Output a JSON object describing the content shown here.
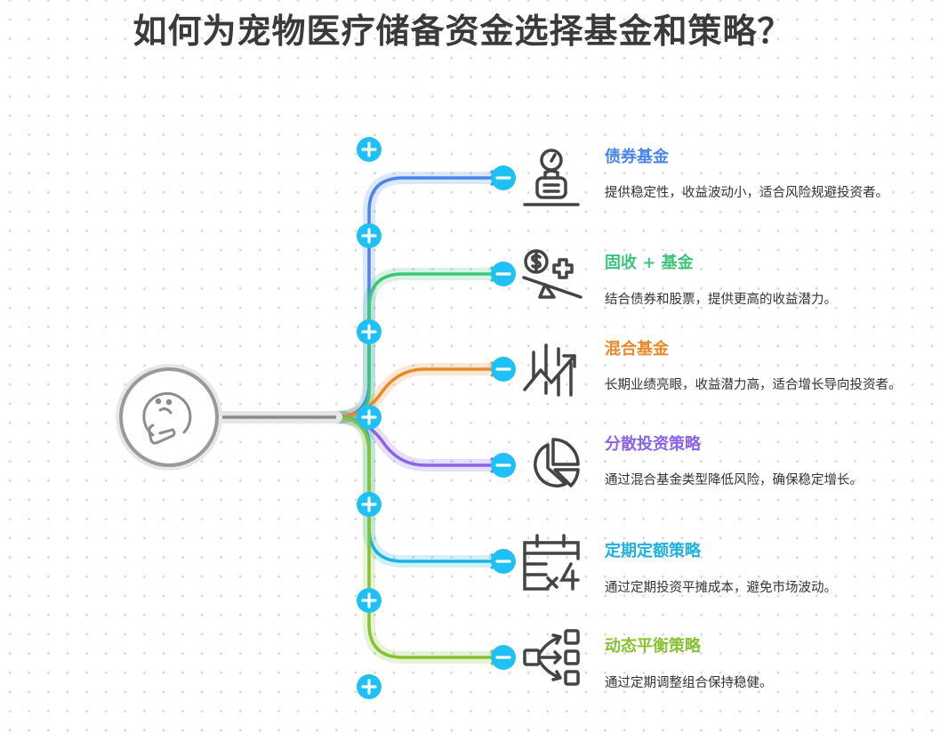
{
  "title": "如何为宠物医疗储备资金选择基金和策略？",
  "center": {
    "icon": "thinking-face-icon"
  },
  "items": [
    {
      "title": "债券基金",
      "desc": "提供稳定性，收益波动小，适合风险规避投资者。",
      "color": "#4a86e8",
      "icon": "scale-weight-icon"
    },
    {
      "title": "固收 + 基金",
      "desc": "结合债券和股票，提供更高的收益潜力。",
      "color": "#3cc47a",
      "icon": "balance-money-health-icon"
    },
    {
      "title": "混合基金",
      "desc": "长期业绩亮眼，收益潜力高，适合增长导向投资者。",
      "color": "#e8892a",
      "icon": "growth-chart-icon"
    },
    {
      "title": "分散投资策略",
      "desc": "通过混合基金类型降低风险，确保稳定增长。",
      "color": "#8a63e8",
      "icon": "pie-chart-icon"
    },
    {
      "title": "定期定额策略",
      "desc": "通过定期投资平摊成本，避免市场波动。",
      "color": "#1fb2e0",
      "icon": "calendar-repeat-icon"
    },
    {
      "title": "动态平衡策略",
      "desc": "通过定期调整组合保持稳健。",
      "color": "#86c232",
      "icon": "distribute-arrows-icon"
    }
  ],
  "accent": "#1ec0f5"
}
